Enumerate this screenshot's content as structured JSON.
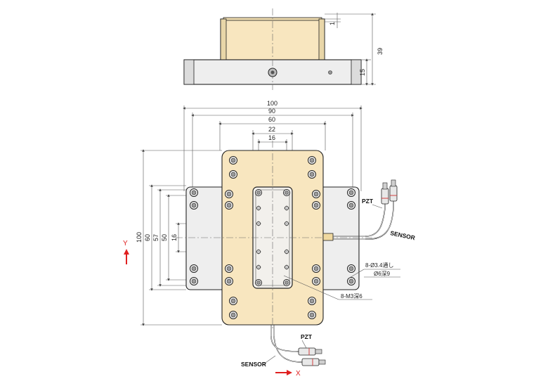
{
  "side_view": {
    "dim_top": "1",
    "dim_height_total": "39",
    "dim_base_height": "15"
  },
  "top_view": {
    "horizontal_dims": [
      "100",
      "90",
      "60",
      "22",
      "16"
    ],
    "vertical_dims": [
      "100",
      "60",
      "57",
      "50",
      "16"
    ]
  },
  "cables": {
    "right_pzt": "PZT",
    "right_sensor": "SENSOR",
    "bottom_pzt": "PZT",
    "bottom_sensor": "SENSOR"
  },
  "annotations": {
    "hole_spec": "8-Ø3.4通し",
    "counterbore_spec": "Ø6深9",
    "tap_spec": "8-M3深6"
  },
  "axes": {
    "y_label": "Y",
    "x_label": "X"
  },
  "colors": {
    "stage_body": "#f8e6bf",
    "base_plate": "#eeeeee",
    "axis_arrow": "#e02020"
  }
}
